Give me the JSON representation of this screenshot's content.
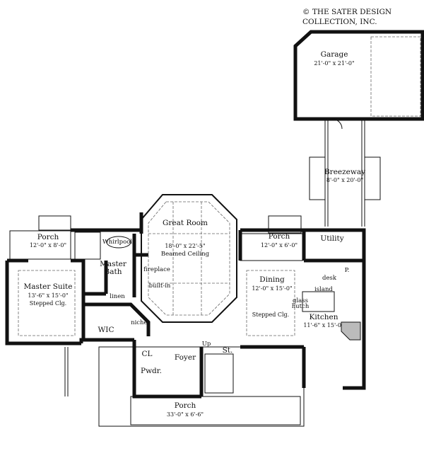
{
  "copyright": [
    "© THE SATER DESIGN",
    "COLLECTION, INC."
  ],
  "rooms": {
    "garage": {
      "name": "Garage",
      "dims": "21'-0\" x 21'-0\""
    },
    "breezeway": {
      "name": "Breezeway",
      "dims": "8'-0\" x 20'-0\""
    },
    "great_room": {
      "name": "Great Room",
      "dims": "18'-0\" x 22'-5\"",
      "note": "Beamed Ceiling"
    },
    "porch_left": {
      "name": "Porch",
      "dims": "12'-0\" x 8'-0\""
    },
    "porch_mid": {
      "name": "Porch",
      "dims": "12'-0\" x 6'-0\""
    },
    "utility": {
      "name": "Utility"
    },
    "master_suite": {
      "name": "Master Suite",
      "dims": "13'-6\" x 15'-0\"",
      "note": "Stepped Clg."
    },
    "master_bath": {
      "name": "Master",
      "name2": "Bath"
    },
    "dining": {
      "name": "Dining",
      "dims": "12'-0\" x 15'-0\"",
      "note": "Stepped Clg."
    },
    "kitchen": {
      "name": "Kitchen",
      "dims": "11'-6\" x 15'-0\""
    },
    "foyer": {
      "name": "Foyer"
    },
    "front_porch": {
      "name": "Porch",
      "dims": "33'-0\" x 6'-6\""
    },
    "wic": {
      "name": "WIC"
    },
    "powder": {
      "name": "Pwdr."
    },
    "closet": {
      "name": "CL"
    },
    "stairs": {
      "name": "St."
    }
  },
  "fixtures": {
    "whirlpool": "Whirlpool",
    "fireplace": "fireplace",
    "builtin": "built-in",
    "linen": "linen",
    "niche": "niche'",
    "desk": "desk",
    "pantry": "P.",
    "island": "island",
    "hutch1": "glass",
    "hutch2": "hutch",
    "up": "Up"
  }
}
